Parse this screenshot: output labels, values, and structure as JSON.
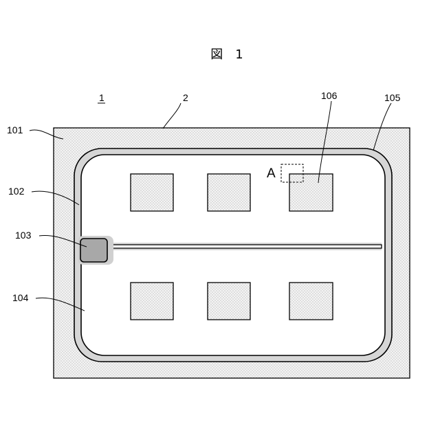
{
  "figure": {
    "title": "図　1",
    "labels": {
      "device": "1",
      "frame": "2",
      "substrate": "101",
      "ring": "102",
      "pad": "103",
      "region_lower": "104",
      "region_upper": "105",
      "element": "106",
      "detail": "A"
    }
  }
}
